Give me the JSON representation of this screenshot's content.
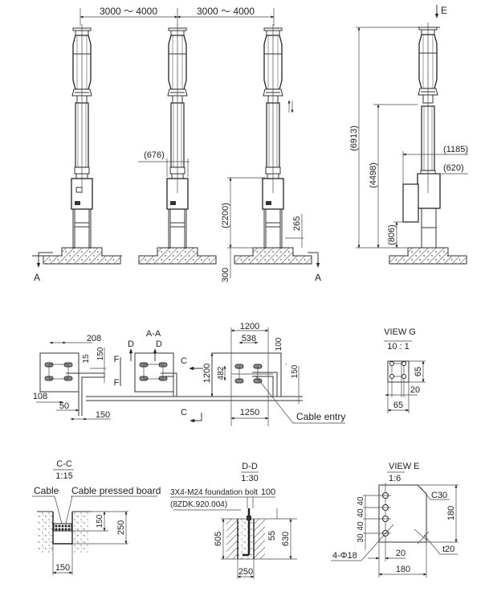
{
  "elevation_view": {
    "spacing_1": "3000 ～ 4000",
    "spacing_2": "3000 ～ 4000",
    "dim_676": "(676)",
    "dim_2200": "(2200)",
    "dim_300": "300",
    "dim_265": "265",
    "section_marker_left": "A",
    "section_marker_right": "A"
  },
  "side_view": {
    "view_marker": "E",
    "dim_6913": "(6913)",
    "dim_4498": "(4498)",
    "dim_1185": "(1185)",
    "dim_620": "(620)",
    "dim_806": "(806)"
  },
  "plan_view": {
    "title": "A-A",
    "dim_208": "208",
    "dim_15": "15",
    "dim_150_a": "150",
    "dim_108": "108",
    "dim_50": "50",
    "dim_150_b": "150",
    "marker_d1": "D",
    "marker_d2": "D",
    "marker_f1": "F",
    "marker_f2": "F",
    "marker_c1": "C",
    "marker_c2": "C",
    "dim_1200_h": "1200",
    "dim_538": "538",
    "dim_100": "100",
    "dim_1200_v": "1200",
    "dim_482": "482",
    "dim_150_c": "150",
    "dim_1250": "1250",
    "cable_entry_label": "Cable entry"
  },
  "view_g": {
    "title": "VIEW G",
    "scale": "10 : 1",
    "dim_65_v": "65",
    "dim_20": "20",
    "dim_65_h": "65"
  },
  "section_cc": {
    "title": "C-C",
    "scale": "1:15",
    "label_cable": "Cable",
    "label_board": "Cable pressed board",
    "dim_150_v": "150",
    "dim_250": "250",
    "dim_150_h": "150"
  },
  "section_dd": {
    "title": "D-D",
    "scale": "1:30",
    "bolt_label": "3X4-M24 foundation bolt",
    "bolt_code": "(8ZDK.920.004)",
    "dim_100": "100",
    "dim_605": "605",
    "dim_55": "55",
    "dim_630": "630",
    "dim_250": "250"
  },
  "view_e": {
    "title": "VIEW E",
    "scale": "1:6",
    "dim_c30": "C30",
    "dim_180_v": "180",
    "dim_40_1": "40",
    "dim_40_2": "40",
    "dim_40_3": "40",
    "dim_30": "30",
    "hole_label": "4-Φ18",
    "dim_20": "20",
    "dim_t20": "t20",
    "dim_180_h": "180"
  }
}
